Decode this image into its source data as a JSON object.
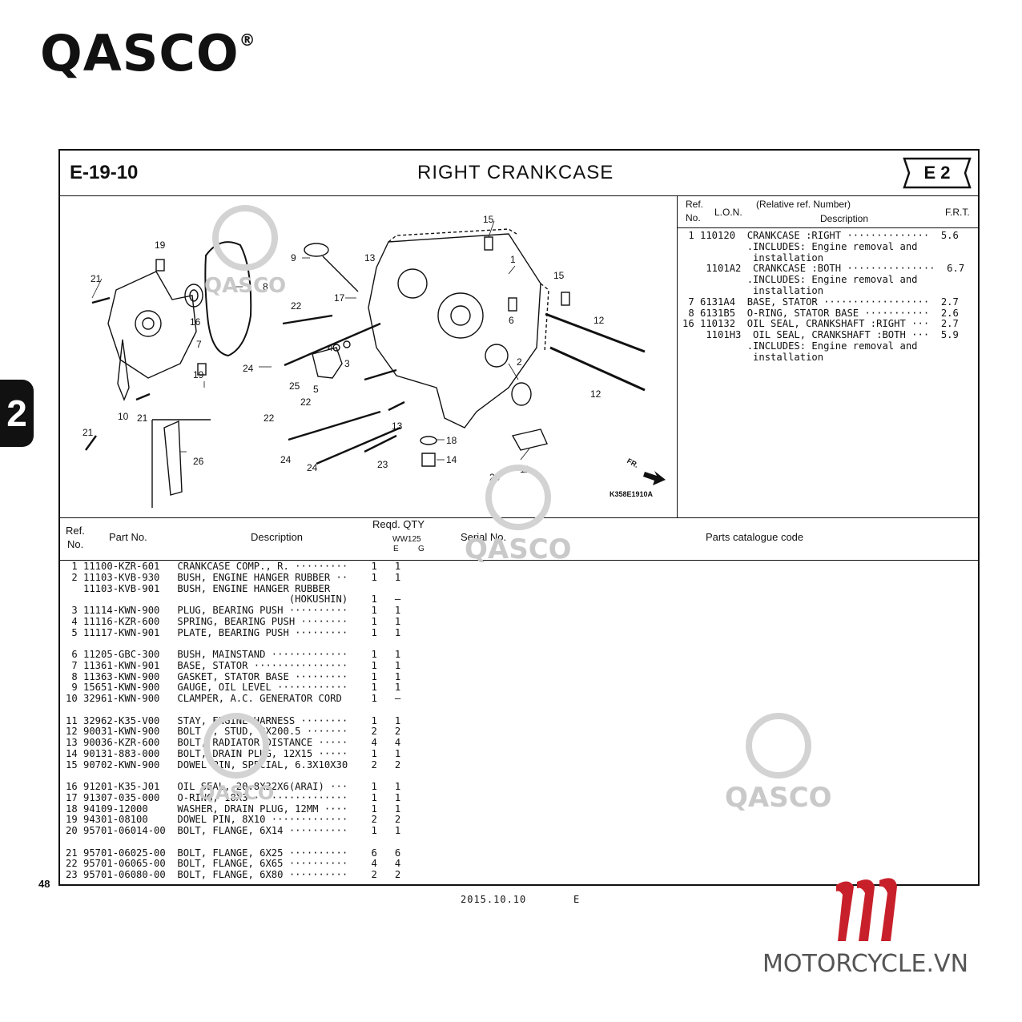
{
  "brand": {
    "logo": "QASCO",
    "reg": "®"
  },
  "side_tab": "2",
  "header": {
    "code": "E-19-10",
    "title": "RIGHT  CRANKCASE",
    "badge": "E 2"
  },
  "diagram": {
    "image_code": "K358E1910A",
    "direction": "FR."
  },
  "callouts": [
    "21",
    "19",
    "16",
    "8",
    "7",
    "19",
    "10",
    "21",
    "21",
    "26",
    "9",
    "13",
    "17",
    "22",
    "15",
    "1",
    "15",
    "6",
    "12",
    "12",
    "24",
    "25",
    "5",
    "3",
    "4",
    "22",
    "2",
    "22",
    "13",
    "24",
    "24",
    "23",
    "18",
    "14",
    "20",
    "11"
  ],
  "frt_table": {
    "headers": {
      "ref": "Ref.",
      "no": "No.",
      "lon": "L.O.N.",
      "rel": "(Relative ref. Number)",
      "desc": "Description",
      "frt": "F.R.T."
    },
    "rows": [
      " 1 110120  CRANKCASE :RIGHT ··············  5.6",
      "           .INCLUDES: Engine removal and",
      "            installation",
      "    1101A2  CRANKCASE :BOTH ···············  6.7",
      "           .INCLUDES: Engine removal and",
      "            installation",
      " 7 6131A4  BASE, STATOR ··················  2.7",
      " 8 6131B5  O-RING, STATOR BASE ···········  2.6",
      "16 110132  OIL SEAL, CRANKSHAFT :RIGHT ···  2.7",
      "    1101H3  OIL SEAL, CRANKSHAFT :BOTH ···  5.9",
      "           .INCLUDES: Engine removal and",
      "            installation"
    ]
  },
  "parts_header": {
    "ref": "Ref.",
    "no": "No.",
    "part": "Part No.",
    "desc": "Description",
    "reqd": "Reqd. QTY",
    "model": "WW125",
    "e": "E",
    "g": "G",
    "serial": "Serial  No.",
    "catalogue": "Parts  catalogue  code"
  },
  "parts_rows": [
    " 1 11100-KZR-601   CRANKCASE COMP., R. ·········    1   1",
    " 2 11103-KVB-930   BUSH, ENGINE HANGER RUBBER ··    1   1",
    "   11103-KVB-901   BUSH, ENGINE HANGER RUBBER",
    "                                      (HOKUSHIN)    1   –",
    " 3 11114-KWN-900   PLUG, BEARING PUSH ··········    1   1",
    " 4 11116-KZR-600   SPRING, BEARING PUSH ········    1   1",
    " 5 11117-KWN-901   PLATE, BEARING PUSH ·········    1   1",
    "",
    " 6 11205-GBC-300   BUSH, MAINSTAND ·············    1   1",
    " 7 11361-KWN-901   BASE, STATOR ················    1   1",
    " 8 11363-KWN-900   GASKET, STATOR BASE ·········    1   1",
    " 9 15651-KWN-900   GAUGE, OIL LEVEL ············    1   1",
    "10 32961-KWN-900   CLAMPER, A.C. GENERATOR CORD     1   –",
    "",
    "11 32962-K35-V00   STAY, ENGINE HARNESS ········    1   1",
    "12 90031-KWN-900   BOLT A, STUD, 8X200.5 ·······    2   2",
    "13 90036-KZR-600   BOLT, RADIATOR DISTANCE ·····    4   4",
    "14 90131-883-000   BOLT, DRAIN PLUG, 12X15 ·····    1   1",
    "15 90702-KWN-900   DOWEL PIN, SPECIAL, 6.3X10X30    2   2",
    "",
    "16 91201-K35-J01   OIL SEAL, 20.8X32X6(ARAI) ···    1   1",
    "17 91307-035-000   O-RING, 18X3 ················    1   1",
    "18 94109-12000     WASHER, DRAIN PLUG, 12MM ····    1   1",
    "19 94301-08100     DOWEL PIN, 8X10 ·············    2   2",
    "20 95701-06014-00  BOLT, FLANGE, 6X14 ··········    1   1",
    "",
    "21 95701-06025-00  BOLT, FLANGE, 6X25 ··········    6   6",
    "22 95701-06065-00  BOLT, FLANGE, 6X65 ··········    4   4",
    "23 95701-06080-00  BOLT, FLANGE, 6X80 ··········    2   2"
  ],
  "footer": {
    "page": "48",
    "date": "2015.10.10",
    "edition": "E"
  },
  "watermark": "QASCO",
  "site": "MOTORCYCLE.VN",
  "colors": {
    "brand_red": "#c8202a",
    "ink": "#111111",
    "watermark": "#c9c9c9"
  }
}
